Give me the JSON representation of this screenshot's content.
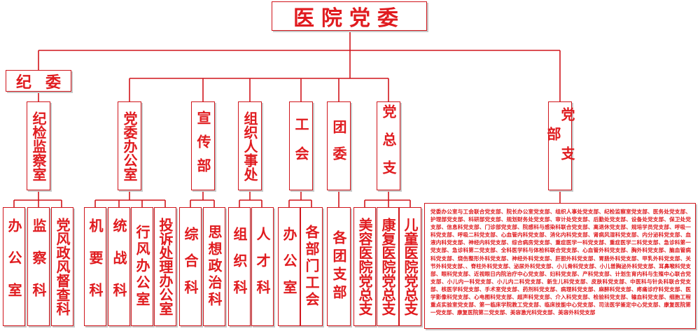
{
  "colors": {
    "line": "#d0151b",
    "text": "#e01b1f",
    "shadow": "#c8c8c8"
  },
  "root": "医院党委",
  "jiwei": {
    "left": "纪",
    "right": "委"
  },
  "departments": {
    "jijian": "纪检监察室",
    "dangwei_office": "党委办公室",
    "xuanchuan": "宣传部",
    "zuzhi": "组织人事处",
    "gonghui": "工会",
    "tuanwei": "团委",
    "zongzhi": "党总支",
    "dangzhibu": "党支部"
  },
  "units": {
    "office": "办公室",
    "jiancha": "监察科",
    "dangfeng": "党风政风督查科",
    "jiyao": "机要科",
    "tongzhan": "统战科",
    "xingfeng": "行风办公室",
    "tousu": "投诉处理办公室",
    "zonghe": "综合科",
    "sixiang": "思想政治科",
    "zuzhike": "组织科",
    "rencai": "人才科",
    "gonghui_office": "办公室",
    "gonghui_branches": "各部门工会",
    "tuan_branches": "各团支部",
    "meirong": "美容医院党总支",
    "kangfu": "康复医院党总支",
    "ertong": "儿童医院党总支"
  },
  "branch_list": "党委办公室与工会联合党支部、院长办公室党支部、组织人事处党支部、纪检监察室党支部、医务处党支部、护理部党支部、科研部党支部、规划财务处党支部、审计处党支部、后勤处党支部、设备处党支部、保卫处党支部、信息科党支部、门诊部党支部、院感科与感染科联合党支部、离退休党支部、规培学员党支部、呼吸一科党支部、呼吸二科党支部、心血管内科党支部、消化内科党支部、肾病风湿科党支部、内分泌科党支部、血液内科党支部、神经内科党支部、综合病房党支部、重症医学一科党支部、重症医学二科党支部、急诊科第一党支部、急诊科第二党支部、全科医学科与体检科联合党支部、心血管外科党支部、胸外科党支部、脑血管病科党支部、烧伤整形外科党支部、神经外科党支部、肝胆外科党支部、胃肠外科党支部、甲乳外科党支部、关节外科党支部、、脊柱外科党支部、泌尿外科党支部、小儿骨科党支部、小儿普胸泌外科党支部、耳鼻喉科党支部、眼科党支部、近视眼日内院治疗中心党支部、妇科党支部、产科党支部、计划生育内科与生殖中心联合党支部、小儿内一科党支部、小儿内二科党支部、新生儿科党支部、皮肤科党支部、中医科与针灸科联合党支部、核医学科党支部、手术室党支部、药剂科党支部、病理科党支部、麻醉科党支部、疼痛诊疗科党支部、医学影像科党支部、心电图科党支部、超声科党支部、介入科党支部、检验科党支部、输血科党支部、细胞工程重点实验室党支部、第一临床学院教工党支部、临床技能中心党支部、司法医学鉴定中心党支部、康复医院第一党支部、康复医院第二党支部、美容激光科党支部、美容外科党支部"
}
